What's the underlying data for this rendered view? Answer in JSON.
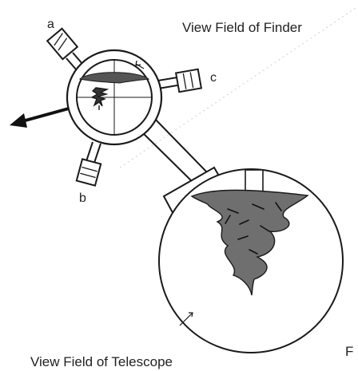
{
  "labels": {
    "finder_title": "View Field of Finder",
    "telescope_title": "View Field of Telescope",
    "screw_a": "a",
    "screw_b": "b",
    "screw_c": "c",
    "figure_letter": "F"
  },
  "colors": {
    "line": "#1a1a1a",
    "object_fill": "#6f6f6f",
    "background": "#ffffff"
  }
}
